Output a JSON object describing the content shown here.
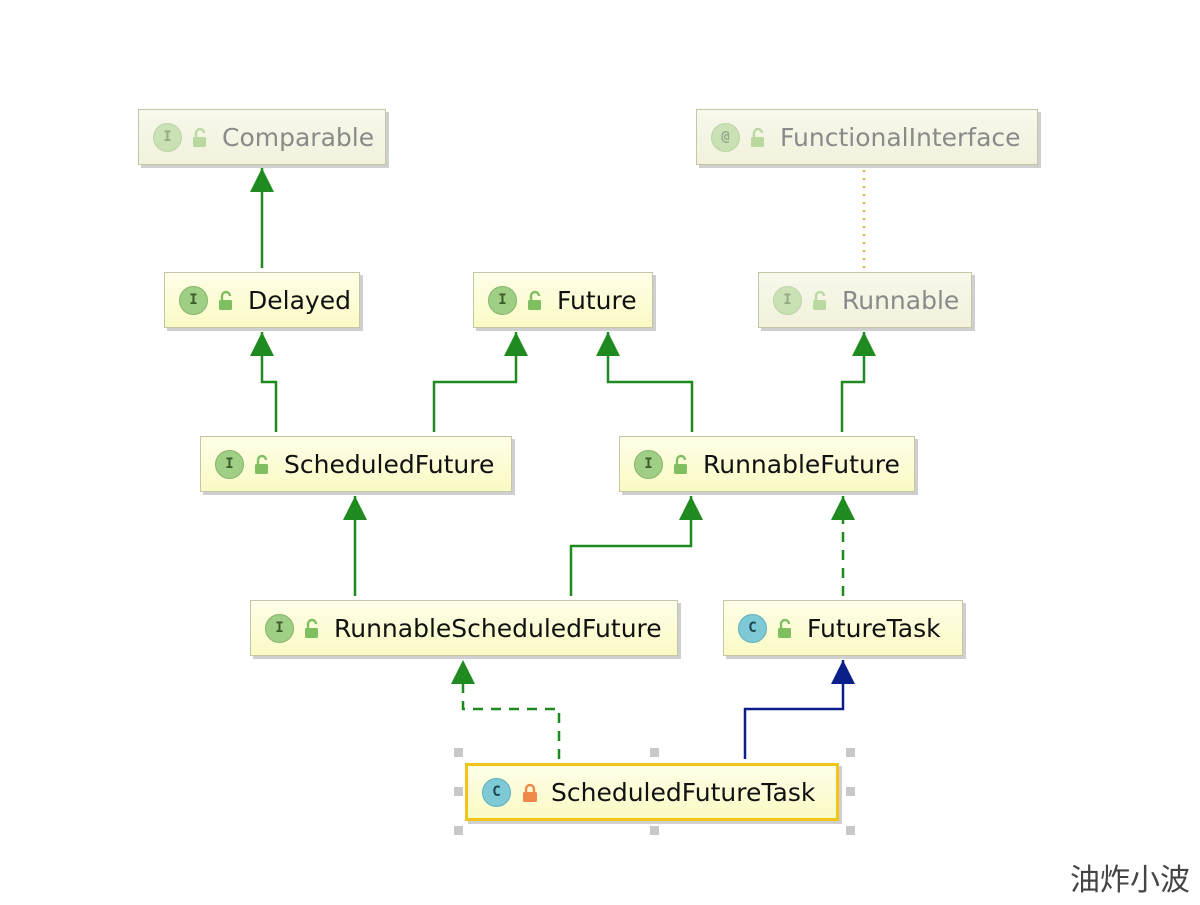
{
  "nodes": {
    "comparable": {
      "label": "Comparable",
      "kind": "I"
    },
    "functional_interface": {
      "label": "FunctionalInterface",
      "kind": "@"
    },
    "delayed": {
      "label": "Delayed",
      "kind": "I"
    },
    "future": {
      "label": "Future",
      "kind": "I"
    },
    "runnable": {
      "label": "Runnable",
      "kind": "I"
    },
    "scheduled_future": {
      "label": "ScheduledFuture",
      "kind": "I"
    },
    "runnable_future": {
      "label": "RunnableFuture",
      "kind": "I"
    },
    "runnable_scheduled_future": {
      "label": "RunnableScheduledFuture",
      "kind": "I"
    },
    "future_task": {
      "label": "FutureTask",
      "kind": "C"
    },
    "scheduled_future_task": {
      "label": "ScheduledFutureTask",
      "kind": "C"
    }
  },
  "colors": {
    "extends": "#1f8a1f",
    "implements": "#1f8a1f",
    "class_extends": "#0b1f8a",
    "annotation": "#d8b060"
  },
  "watermark": "油炸小波"
}
